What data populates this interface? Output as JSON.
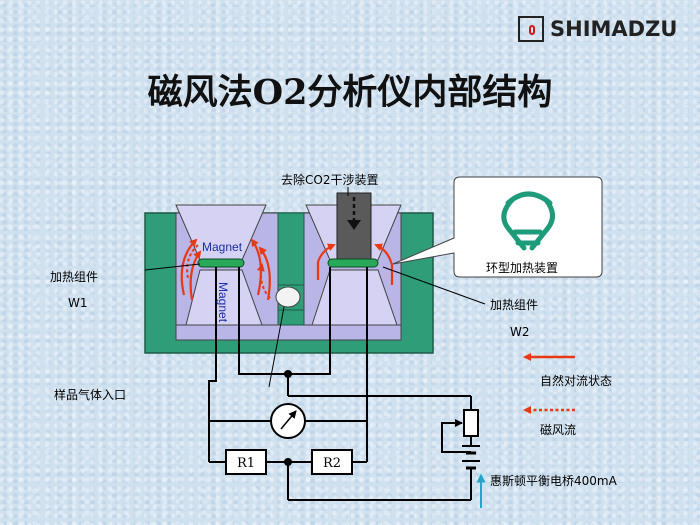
{
  "logo": {
    "text": "SHIMADZU"
  },
  "title": "磁风法O2分析仪内部结构",
  "labels": {
    "co2_dryer": "去除CO2干涉装置",
    "ring_heater": "环型加热装置",
    "heater_left": "加热组件",
    "w1": "W1",
    "heater_right": "加热组件",
    "w2": "W2",
    "sample_inlet": "样品气体入口",
    "magnet_horizontal": "Magnet",
    "magnet_vertical": "Magnet",
    "r1": "R1",
    "r2": "R2",
    "bridge": "惠斯顿平衡电桥400mA"
  },
  "legend": {
    "natural_convection": "自然对流状态",
    "magnetic_wind": "磁风流"
  },
  "colors": {
    "block_fill": "#2f9e78",
    "chamber_fill": "#b9b5e6",
    "dryer_fill": "#5a5a5a",
    "arrow_red": "#e83a12",
    "heater_green": "#2aa85a",
    "ring_green": "#1d9b7a",
    "bridge_arrow": "#1fa8c8"
  }
}
